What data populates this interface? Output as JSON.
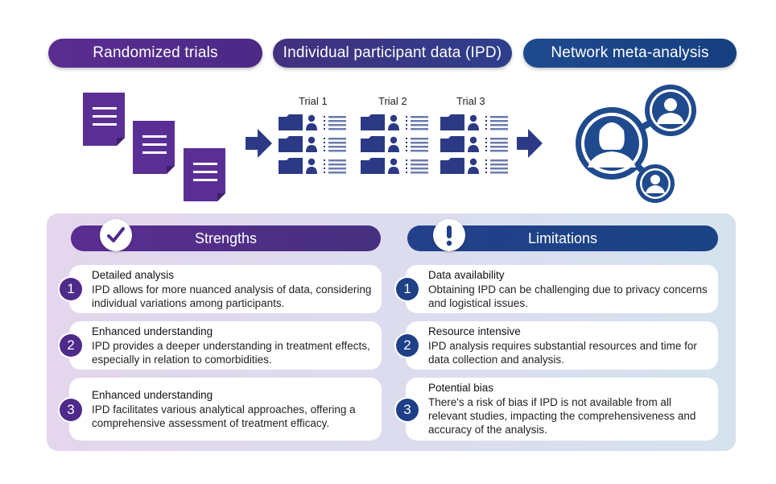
{
  "header": {
    "randomized_trials": "Randomized trials",
    "ipd": "Individual participant data (IPD)",
    "nma": "Network meta-analysis"
  },
  "trials": [
    "Trial 1",
    "Trial 2",
    "Trial 3"
  ],
  "strengths": {
    "title": "Strengths",
    "icon": "checkmark-icon",
    "items": [
      {
        "num": "1",
        "title": "Detailed analysis",
        "body": "IPD allows for more nuanced analysis of data, considering individual variations among participants."
      },
      {
        "num": "2",
        "title": "Enhanced understanding",
        "body": "IPD provides a deeper understanding in treatment effects, especially in relation to comorbidities."
      },
      {
        "num": "3",
        "title": "Enhanced understanding",
        "body": "IPD facilitates various analytical approaches, offering a comprehensive assessment of treatment efficacy."
      }
    ]
  },
  "limitations": {
    "title": "Limitations",
    "icon": "exclamation-icon",
    "items": [
      {
        "num": "1",
        "title": "Data availability",
        "body": "Obtaining IPD can be challenging due to privacy concerns and logistical issues."
      },
      {
        "num": "2",
        "title": "Resource intensive",
        "body": "IPD analysis requires substantial resources and time for data collection and analysis."
      },
      {
        "num": "3",
        "title": "Potential bias",
        "body": "There's a risk of bias if IPD is not available from all relevant studies, impacting the comprehensiveness and accuracy of the analysis."
      }
    ]
  },
  "colors": {
    "purple": "#5b2d91",
    "navy": "#2e3f8c",
    "blue": "#1f4a8e",
    "doc_purple": "#5a2f95",
    "folder_navy": "#2c3a86"
  }
}
